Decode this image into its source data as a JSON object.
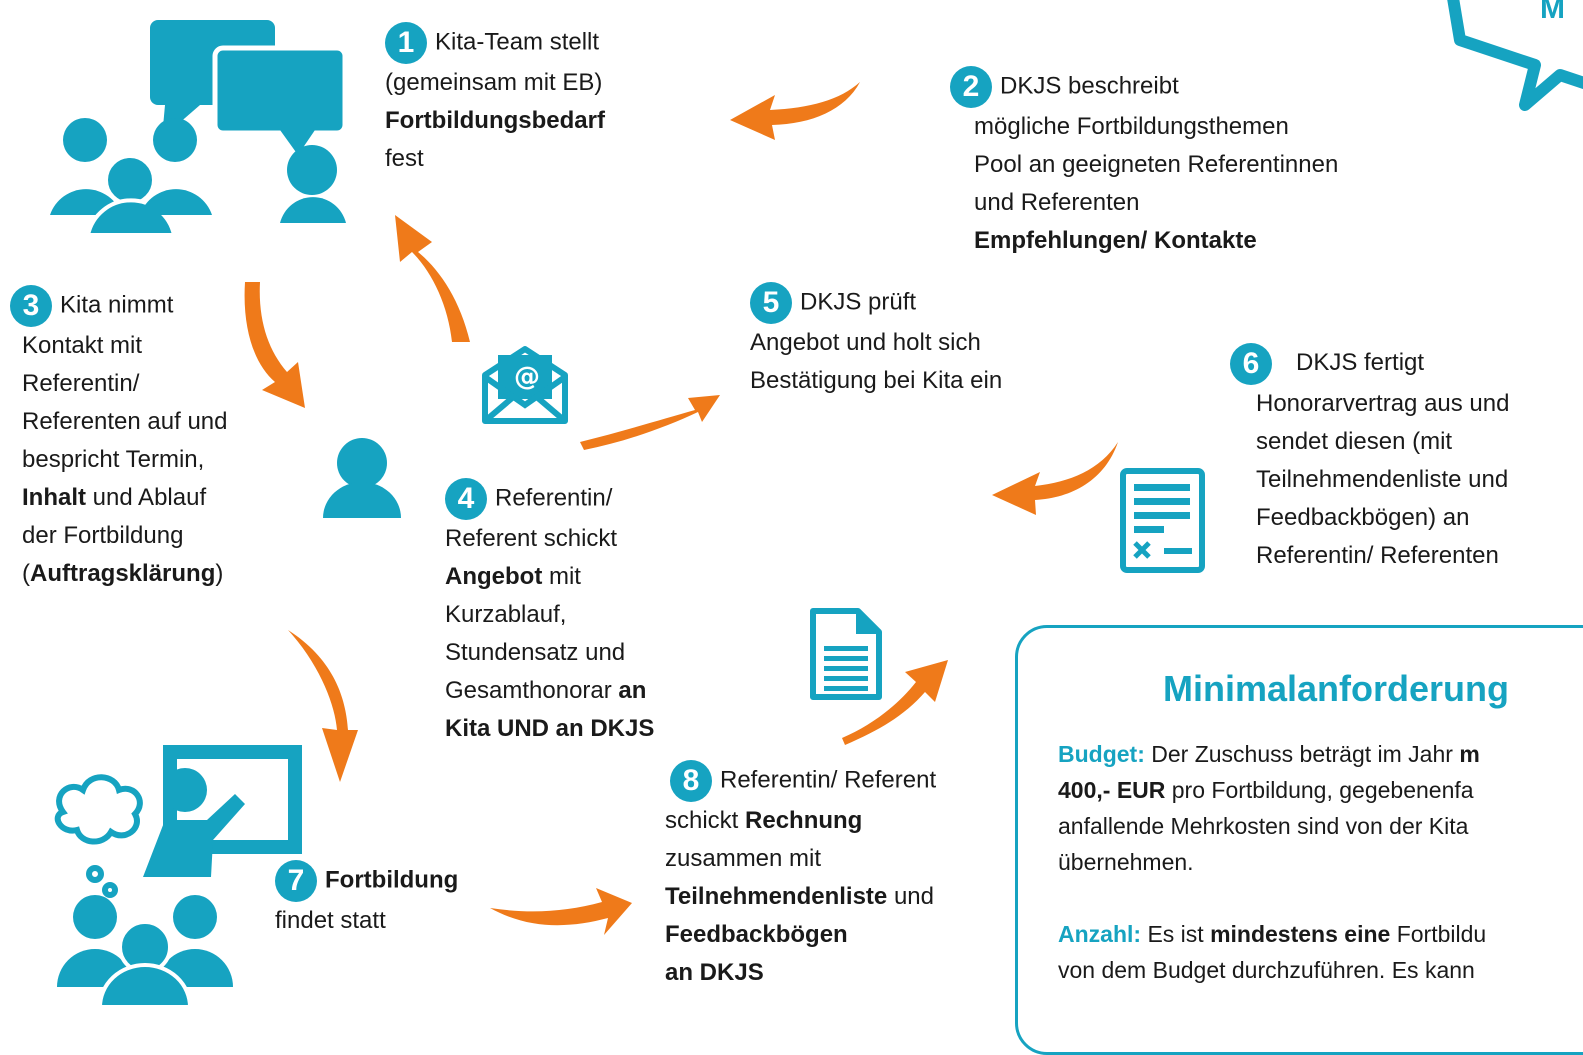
{
  "colors": {
    "teal": "#16a3c1",
    "orange": "#ef7a1a"
  },
  "steps": {
    "s1": {
      "num": "1",
      "l1": "Kita-Team stellt",
      "l2": "(gemeinsam mit EB)",
      "l3": "Fortbildungsbedarf",
      "l4": "fest"
    },
    "s2": {
      "num": "2",
      "l1": "DKJS beschreibt",
      "l2": "mögliche Fortbildungsthemen",
      "l3": "Pool an geeigneten Referentinnen",
      "l4": "und Referenten",
      "l5": "Empfehlungen/ Kontakte"
    },
    "s3": {
      "num": "3",
      "l1": "Kita nimmt",
      "l2": "Kontakt mit",
      "l3": "Referentin/",
      "l4": "Referenten auf und",
      "l5": "bespricht Termin,",
      "l6a": "Inhalt",
      "l6b": " und Ablauf",
      "l7": "der Fortbildung",
      "l8a": "(",
      "l8b": "Auftragsklärung",
      "l8c": ")"
    },
    "s4": {
      "num": "4",
      "l1": "Referentin/",
      "l2": "Referent schickt",
      "l3a": "Angebot",
      "l3b": " mit",
      "l4": "Kurzablauf,",
      "l5": "Stundensatz und",
      "l6a": "Gesamthonorar ",
      "l6b": "an",
      "l7": "Kita UND an DKJS"
    },
    "s5": {
      "num": "5",
      "l1": "DKJS prüft",
      "l2": "Angebot und holt sich",
      "l3": "Bestätigung bei Kita ein"
    },
    "s6": {
      "num": "6",
      "l1": "DKJS fertigt",
      "l2": "Honorarvertrag aus und",
      "l3": "sendet diesen (mit",
      "l4": "Teilnehmendenliste und",
      "l5": "Feedbackbögen) an",
      "l6": "Referentin/ Referenten"
    },
    "s7": {
      "num": "7",
      "l1": "Fortbildung",
      "l2": "findet statt"
    },
    "s8": {
      "num": "8",
      "l1": "Referentin/ Referent",
      "l2a": "schickt ",
      "l2b": "Rechnung",
      "l3": "zusammen mit",
      "l4a": "Teilnehmendenliste",
      "l4b": " und",
      "l5": "Feedbackbögen",
      "l6": "an DKJS"
    }
  },
  "box": {
    "title": "Minimalanforderung",
    "budget_label": "Budget:",
    "budget_t1": " Der Zuschuss beträgt im Jahr ",
    "budget_t1b": "m",
    "budget_l2a": "400,- EUR",
    "budget_l2b": " pro Fortbildung, gegebenenfa",
    "budget_l3": "anfallende Mehrkosten sind von der Kita",
    "budget_l4": "übernehmen.",
    "anzahl_label": "Anzahl:",
    "anzahl_t1": " Es ist ",
    "anzahl_t1b": "mindestens eine",
    "anzahl_t1c": " Fortbildu",
    "anzahl_l2": "von dem Budget  durchzuführen. Es kann"
  },
  "icons": [
    "chat-people-icon",
    "person-icon",
    "email-envelope-icon",
    "contract-document-icon",
    "text-document-icon",
    "presentation-group-icon",
    "speech-bubble-corner-icon"
  ]
}
